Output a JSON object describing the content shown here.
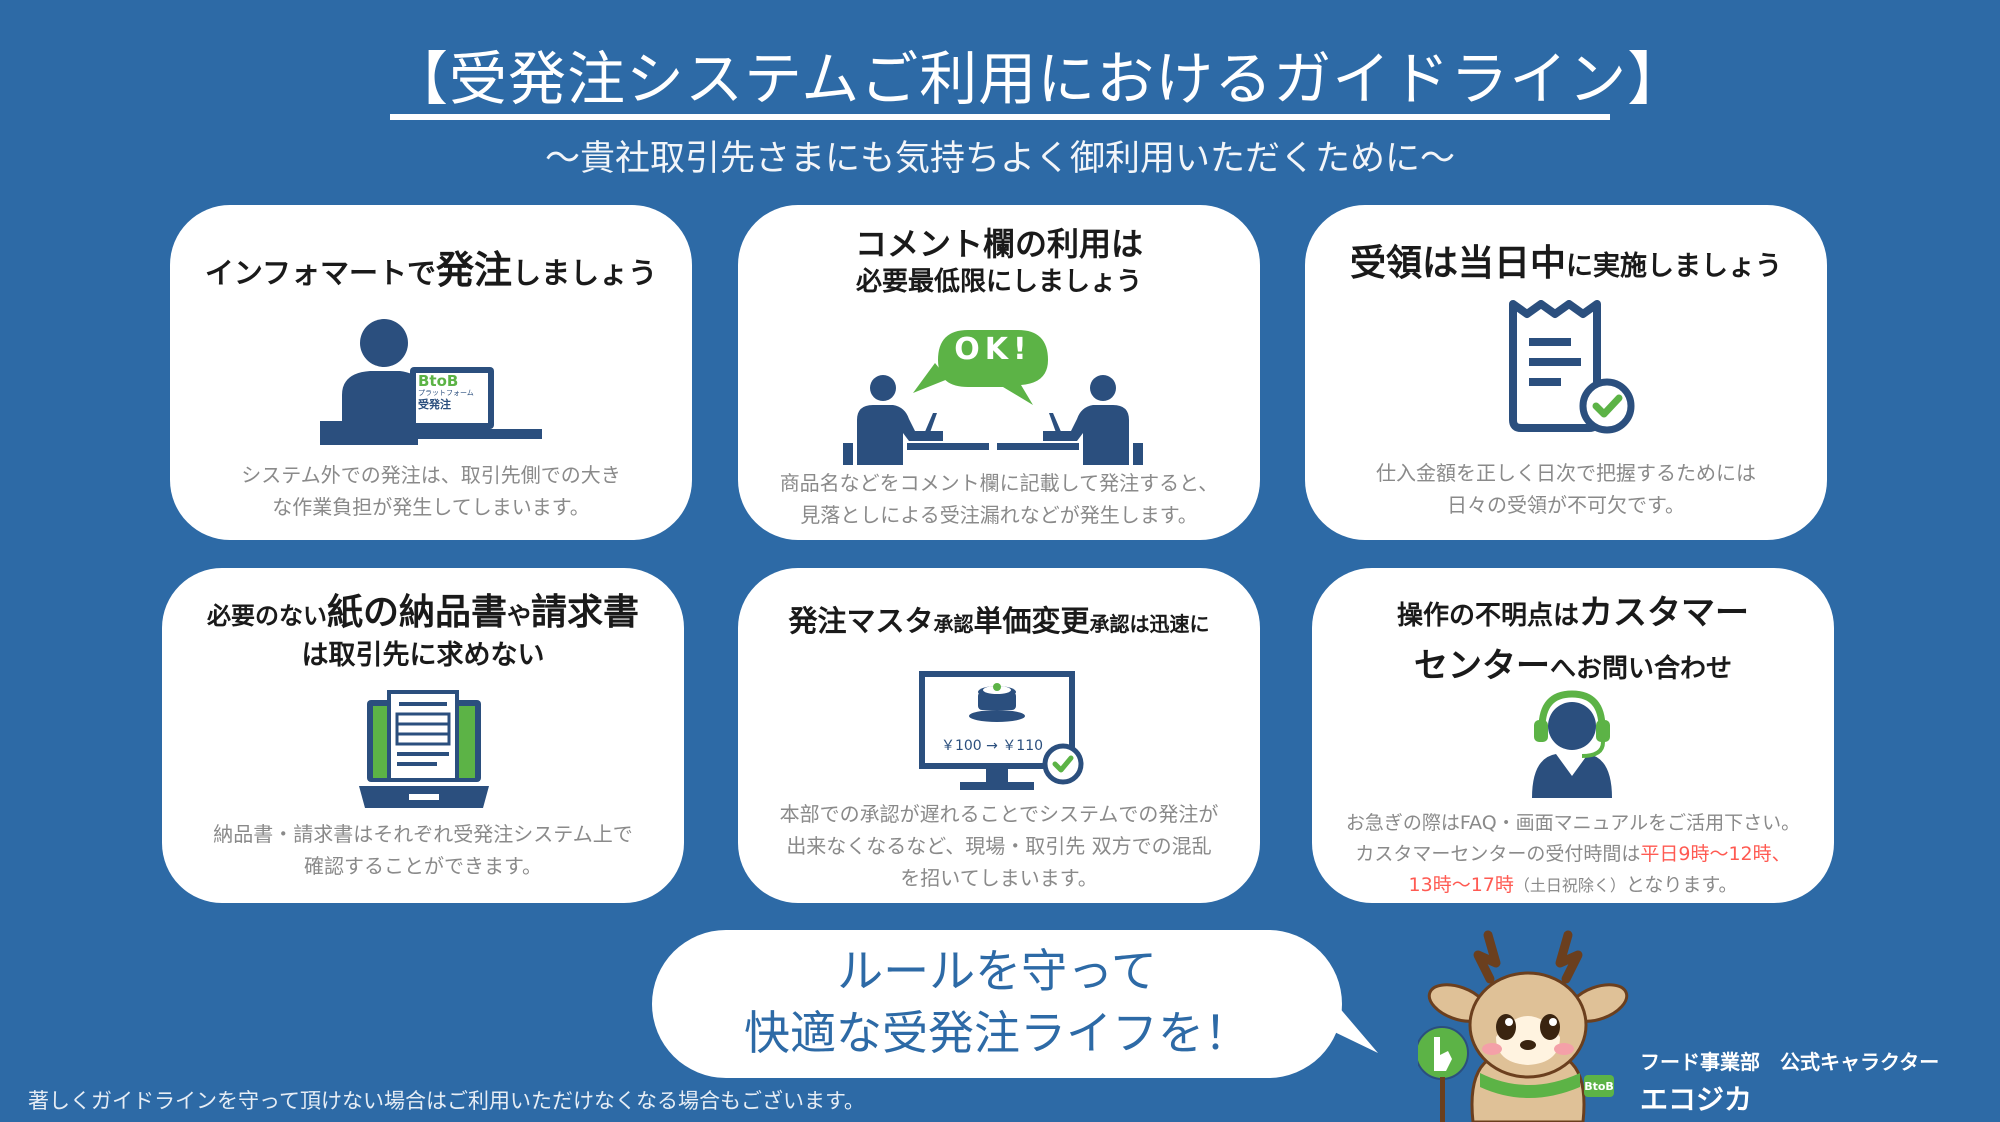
{
  "header": {
    "title": "【受発注システムご利用におけるガイドライン】",
    "subtitle": "～貴社取引先さまにも気持ちよく御利用いただくために～"
  },
  "cards": [
    {
      "head_parts": [
        "インフォマートで",
        "発注",
        "しましょう"
      ],
      "desc_lines": [
        "システム外での発注は、取引先側での大き",
        "な作業負担が発生してしまいます。"
      ],
      "icon": "person-laptop-icon",
      "laptop_text": [
        "BtoB",
        "プラットフォーム",
        "受発注"
      ]
    },
    {
      "head_lines": [
        "コメント欄の利用は",
        "必要最低限にしましょう"
      ],
      "bubble_text": "OK!",
      "desc_lines": [
        "商品名などをコメント欄に記載して発注すると、",
        "見落としによる受注漏れなどが発生します。"
      ],
      "icon": "two-people-chat-icon"
    },
    {
      "head_parts": [
        "受領は当日中",
        "に実施しましょう"
      ],
      "desc_lines": [
        "仕入金額を正しく日次で把握するためには",
        "日々の受領が不可欠です。"
      ],
      "icon": "receipt-check-icon"
    },
    {
      "head_parts": [
        "必要のない",
        "紙の納品書",
        "や",
        "請求書"
      ],
      "head_line2": "は取引先に求めない",
      "desc_lines": [
        "納品書・請求書はそれぞれ受発注システム上で",
        "確認することができます。"
      ],
      "icon": "laptop-document-icon"
    },
    {
      "head_parts": [
        "発注マスタ",
        "承認",
        "単価変更",
        "承認は迅速に"
      ],
      "price_text": "￥100 → ￥110",
      "desc_lines": [
        "本部での承認が遅れることでシステムでの発注が",
        "出来なくなるなど、現場・取引先 双方での混乱",
        "を招いてしまいます。"
      ],
      "icon": "monitor-price-icon"
    },
    {
      "head_parts": [
        "操作の不明点は",
        "カスタマー"
      ],
      "head_line2_parts": [
        "センター",
        "へお問い合わせ"
      ],
      "desc_line1": "お急ぎの際はFAQ・画面マニュアルをご活用下さい。",
      "desc_line2_a": "カスタマーセンターの受付時間は",
      "desc_line2_b": "平日9時～12時、",
      "desc_line3_a": "13時～17時",
      "desc_line3_b": "（土日祝除く）",
      "desc_line3_c": "となります。",
      "icon": "headset-operator-icon"
    }
  ],
  "slogan": {
    "line1": "ルールを守って",
    "line2": "快適な受発注ライフを！"
  },
  "footnote": "著しくガイドラインを守って頂けない場合はご利用いただけなくなる場合もございます。",
  "mascot": {
    "caption": "フード事業部　公式キャラクター",
    "name": "エコジカ",
    "badge": "BtoB"
  },
  "colors": {
    "background": "#2d6aa6",
    "icon_navy": "#2b4f7e",
    "green": "#5cb346",
    "accent_red": "#ff5a52"
  }
}
